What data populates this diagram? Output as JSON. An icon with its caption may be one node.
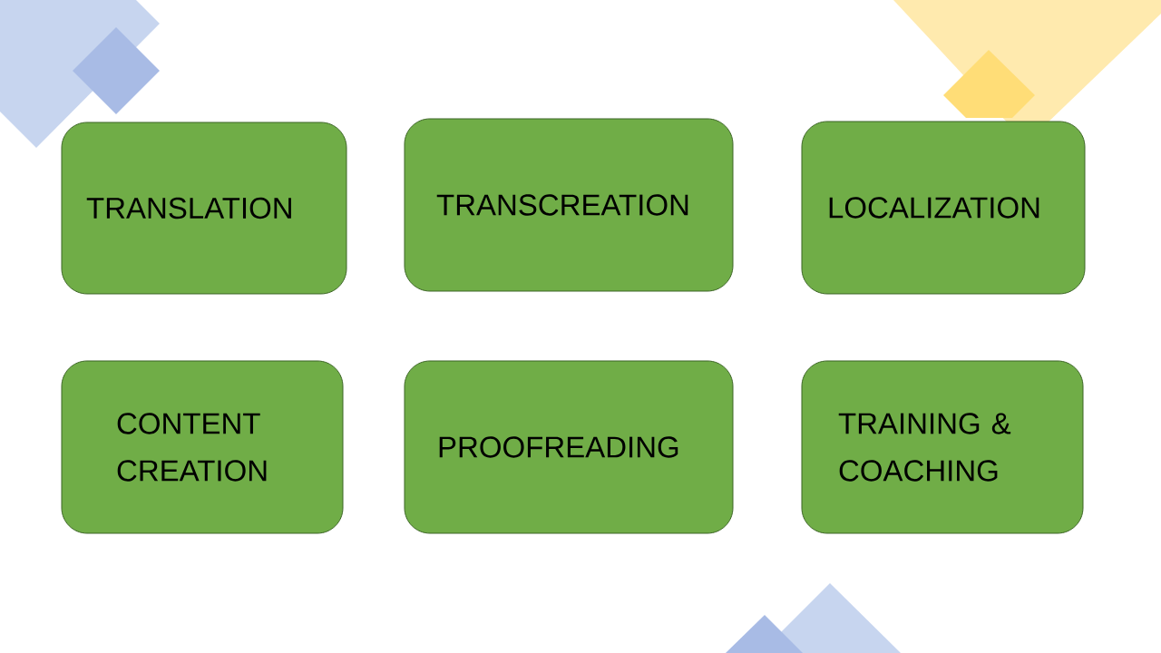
{
  "diagram": {
    "nodes": [
      {
        "text": [
          "TRANSLATION"
        ]
      },
      {
        "text": [
          "TRANSCREATION"
        ]
      },
      {
        "text": [
          "LOCALIZATION"
        ]
      },
      {
        "text": [
          "CONTENT CREATION"
        ]
      },
      {
        "text": [
          "PROOFREADING"
        ]
      },
      {
        "text": [
          "TRAINING & COACHING"
        ]
      }
    ]
  }
}
